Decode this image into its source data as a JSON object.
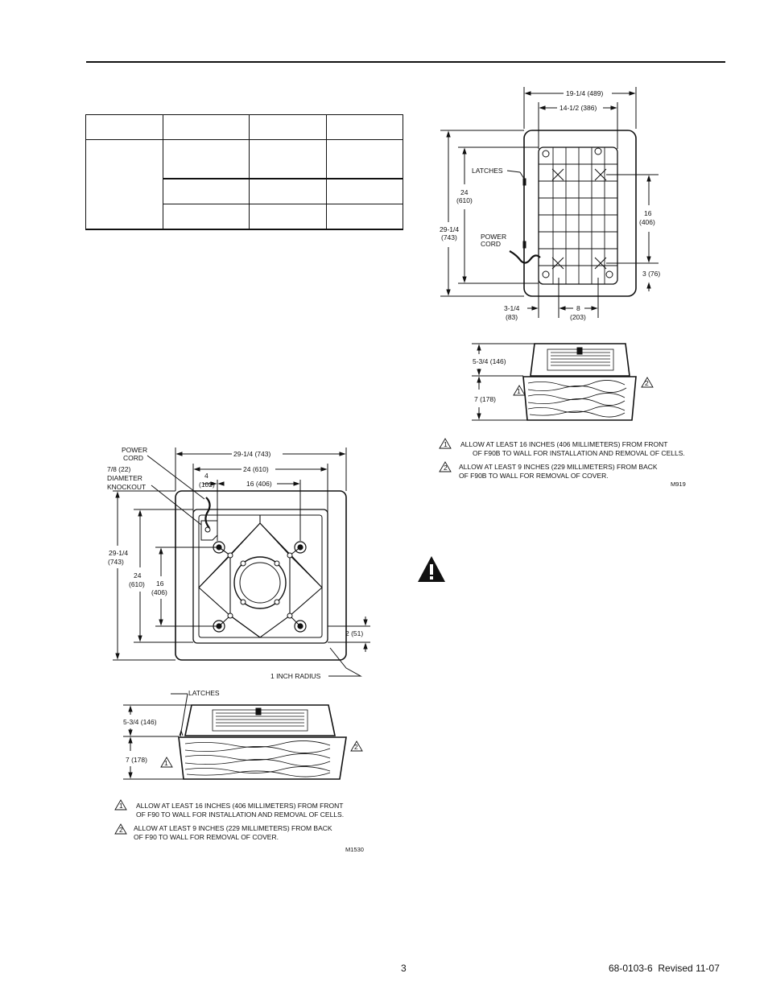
{
  "page": {
    "number": "3",
    "doc_id": "68-0103-6  Revised 11-07"
  },
  "f90b": {
    "d_width_overall": "19-1/4 (489)",
    "d_width_inner": "14-1/2 (386)",
    "latches": "LATCHES",
    "power_cord_1": "POWER",
    "power_cord_2": "CORD",
    "d_height_overall_1": "29-1/4",
    "d_height_overall_2": "(743)",
    "d_height_inner_1": "24",
    "d_height_inner_2": "(610)",
    "d_center_1": "16",
    "d_center_2": "(406)",
    "d_bottom": "3 (76)",
    "d_left_1": "3-1/4",
    "d_left_2": "(83)",
    "d_between_1": "8",
    "d_between_2": "(203)",
    "d_side_top": "5-3/4 (146)",
    "d_side_bottom": "7 (178)",
    "callout_1": "1",
    "callout_2": "2",
    "note1_l1": "ALLOW AT LEAST 16 INCHES (406 MILLIMETERS) FROM FRONT",
    "note1_l2": "OF F90B TO WALL FOR INSTALLATION AND REMOVAL OF CELLS.",
    "note2_l1": "ALLOW AT LEAST 9 INCHES (229 MILLIMETERS) FROM BACK",
    "note2_l2": "OF F90B TO WALL FOR REMOVAL OF COVER.",
    "fig_code": "M919"
  },
  "f90": {
    "power_cord_1": "POWER",
    "power_cord_2": "CORD",
    "knockout_1": "7/8 (22)",
    "knockout_2": "DIAMETER",
    "knockout_3": "KNOCKOUT",
    "d_width_overall": "29-1/4 (743)",
    "d_width_inner": "24 (610)",
    "d_offset_1": "4",
    "d_offset_2": "(102)",
    "d_center_w": "16 (406)",
    "d_height_overall_1": "29-1/4",
    "d_height_overall_2": "(743)",
    "d_height_inner_1": "24",
    "d_height_inner_2": "(610)",
    "d_center_h_1": "16",
    "d_center_h_2": "(406)",
    "d_bottom": "2 (51)",
    "radius": "1 INCH RADIUS",
    "latches": "LATCHES",
    "d_side_top": "5-3/4 (146)",
    "d_side_bottom": "7 (178)",
    "callout_1": "1",
    "callout_2": "2",
    "note1_l1": "ALLOW AT LEAST 16 INCHES (406 MILLIMETERS) FROM FRONT",
    "note1_l2": "OF F90 TO WALL FOR INSTALLATION AND REMOVAL OF CELLS.",
    "note2_l1": "ALLOW AT LEAST 9 INCHES (229 MILLIMETERS) FROM BACK",
    "note2_l2": "OF F90 TO WALL FOR REMOVAL OF COVER.",
    "fig_code": "M1530"
  },
  "icons": {
    "warning": "warning-triangle-icon"
  }
}
